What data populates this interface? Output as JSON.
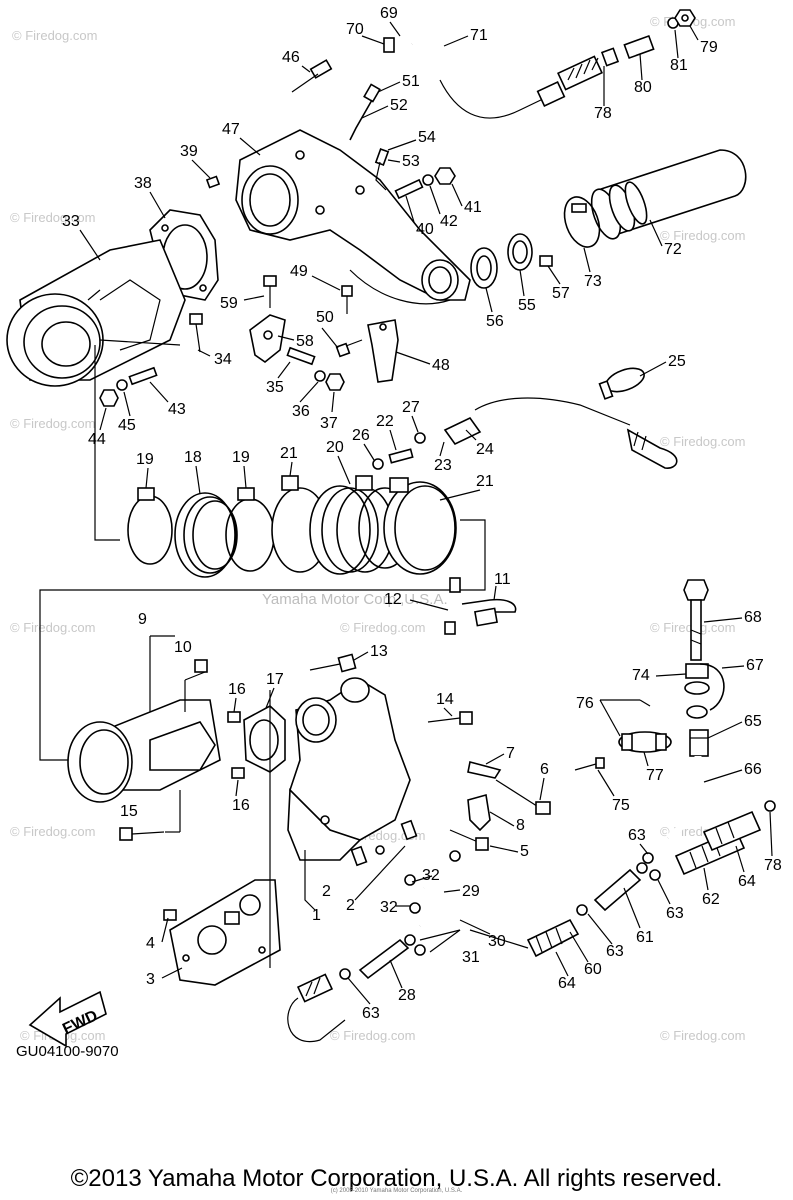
{
  "watermark": "© Firedog.com",
  "center_watermark": "Yamaha Motor Corp.,U.S.A.",
  "diagram_code": "GU04100-9070",
  "fwd_label": "FWD",
  "copyright": "©2013 Yamaha Motor Corporation, U.S.A. All rights reserved.",
  "small_copyright": "(c) 2005-2010 Yamaha Motor Corporation, U.S.A.",
  "callouts": [
    {
      "id": "c69",
      "text": "69"
    },
    {
      "id": "c70",
      "text": "70"
    },
    {
      "id": "c71",
      "text": "71"
    },
    {
      "id": "c46",
      "text": "46"
    },
    {
      "id": "c51",
      "text": "51"
    },
    {
      "id": "c52",
      "text": "52"
    },
    {
      "id": "c79",
      "text": "79"
    },
    {
      "id": "c81",
      "text": "81"
    },
    {
      "id": "c80",
      "text": "80"
    },
    {
      "id": "c78a",
      "text": "78"
    },
    {
      "id": "c47",
      "text": "47"
    },
    {
      "id": "c54",
      "text": "54"
    },
    {
      "id": "c53",
      "text": "53"
    },
    {
      "id": "c39",
      "text": "39"
    },
    {
      "id": "c38",
      "text": "38"
    },
    {
      "id": "c41",
      "text": "41"
    },
    {
      "id": "c42",
      "text": "42"
    },
    {
      "id": "c40",
      "text": "40"
    },
    {
      "id": "c33",
      "text": "33"
    },
    {
      "id": "c72",
      "text": "72"
    },
    {
      "id": "c73",
      "text": "73"
    },
    {
      "id": "c57",
      "text": "57"
    },
    {
      "id": "c55",
      "text": "55"
    },
    {
      "id": "c56",
      "text": "56"
    },
    {
      "id": "c49",
      "text": "49"
    },
    {
      "id": "c59",
      "text": "59"
    },
    {
      "id": "c50",
      "text": "50"
    },
    {
      "id": "c58",
      "text": "58"
    },
    {
      "id": "c34",
      "text": "34"
    },
    {
      "id": "c48",
      "text": "48"
    },
    {
      "id": "c25",
      "text": "25"
    },
    {
      "id": "c35",
      "text": "35"
    },
    {
      "id": "c43",
      "text": "43"
    },
    {
      "id": "c36",
      "text": "36"
    },
    {
      "id": "c37",
      "text": "37"
    },
    {
      "id": "c44",
      "text": "44"
    },
    {
      "id": "c45",
      "text": "45"
    },
    {
      "id": "c27",
      "text": "27"
    },
    {
      "id": "c22",
      "text": "22"
    },
    {
      "id": "c26",
      "text": "26"
    },
    {
      "id": "c24",
      "text": "24"
    },
    {
      "id": "c23",
      "text": "23"
    },
    {
      "id": "c19a",
      "text": "19"
    },
    {
      "id": "c18",
      "text": "18"
    },
    {
      "id": "c19b",
      "text": "19"
    },
    {
      "id": "c21a",
      "text": "21"
    },
    {
      "id": "c20",
      "text": "20"
    },
    {
      "id": "c21b",
      "text": "21"
    },
    {
      "id": "c11",
      "text": "11"
    },
    {
      "id": "c12",
      "text": "12"
    },
    {
      "id": "c68",
      "text": "68"
    },
    {
      "id": "c9",
      "text": "9"
    },
    {
      "id": "c10",
      "text": "10"
    },
    {
      "id": "c13",
      "text": "13"
    },
    {
      "id": "c74",
      "text": "74"
    },
    {
      "id": "c67",
      "text": "67"
    },
    {
      "id": "c16a",
      "text": "16"
    },
    {
      "id": "c17",
      "text": "17"
    },
    {
      "id": "c14",
      "text": "14"
    },
    {
      "id": "c76",
      "text": "76"
    },
    {
      "id": "c65",
      "text": "65"
    },
    {
      "id": "c7",
      "text": "7"
    },
    {
      "id": "c6",
      "text": "6"
    },
    {
      "id": "c77",
      "text": "77"
    },
    {
      "id": "c66",
      "text": "66"
    },
    {
      "id": "c75",
      "text": "75"
    },
    {
      "id": "c15",
      "text": "15"
    },
    {
      "id": "c16b",
      "text": "16"
    },
    {
      "id": "c8",
      "text": "8"
    },
    {
      "id": "c5",
      "text": "5"
    },
    {
      "id": "c63a",
      "text": "63"
    },
    {
      "id": "c78b",
      "text": "78"
    },
    {
      "id": "c32a",
      "text": "32"
    },
    {
      "id": "c29",
      "text": "29"
    },
    {
      "id": "c2a",
      "text": "2"
    },
    {
      "id": "c2b",
      "text": "2"
    },
    {
      "id": "c64a",
      "text": "64"
    },
    {
      "id": "c62",
      "text": "62"
    },
    {
      "id": "c63b",
      "text": "63"
    },
    {
      "id": "c32b",
      "text": "32"
    },
    {
      "id": "c1",
      "text": "1"
    },
    {
      "id": "c4",
      "text": "4"
    },
    {
      "id": "c61",
      "text": "61"
    },
    {
      "id": "c30",
      "text": "30"
    },
    {
      "id": "c63c",
      "text": "63"
    },
    {
      "id": "c31",
      "text": "31"
    },
    {
      "id": "c60",
      "text": "60"
    },
    {
      "id": "c3",
      "text": "3"
    },
    {
      "id": "c64b",
      "text": "64"
    },
    {
      "id": "c28",
      "text": "28"
    },
    {
      "id": "c63d",
      "text": "63"
    }
  ]
}
